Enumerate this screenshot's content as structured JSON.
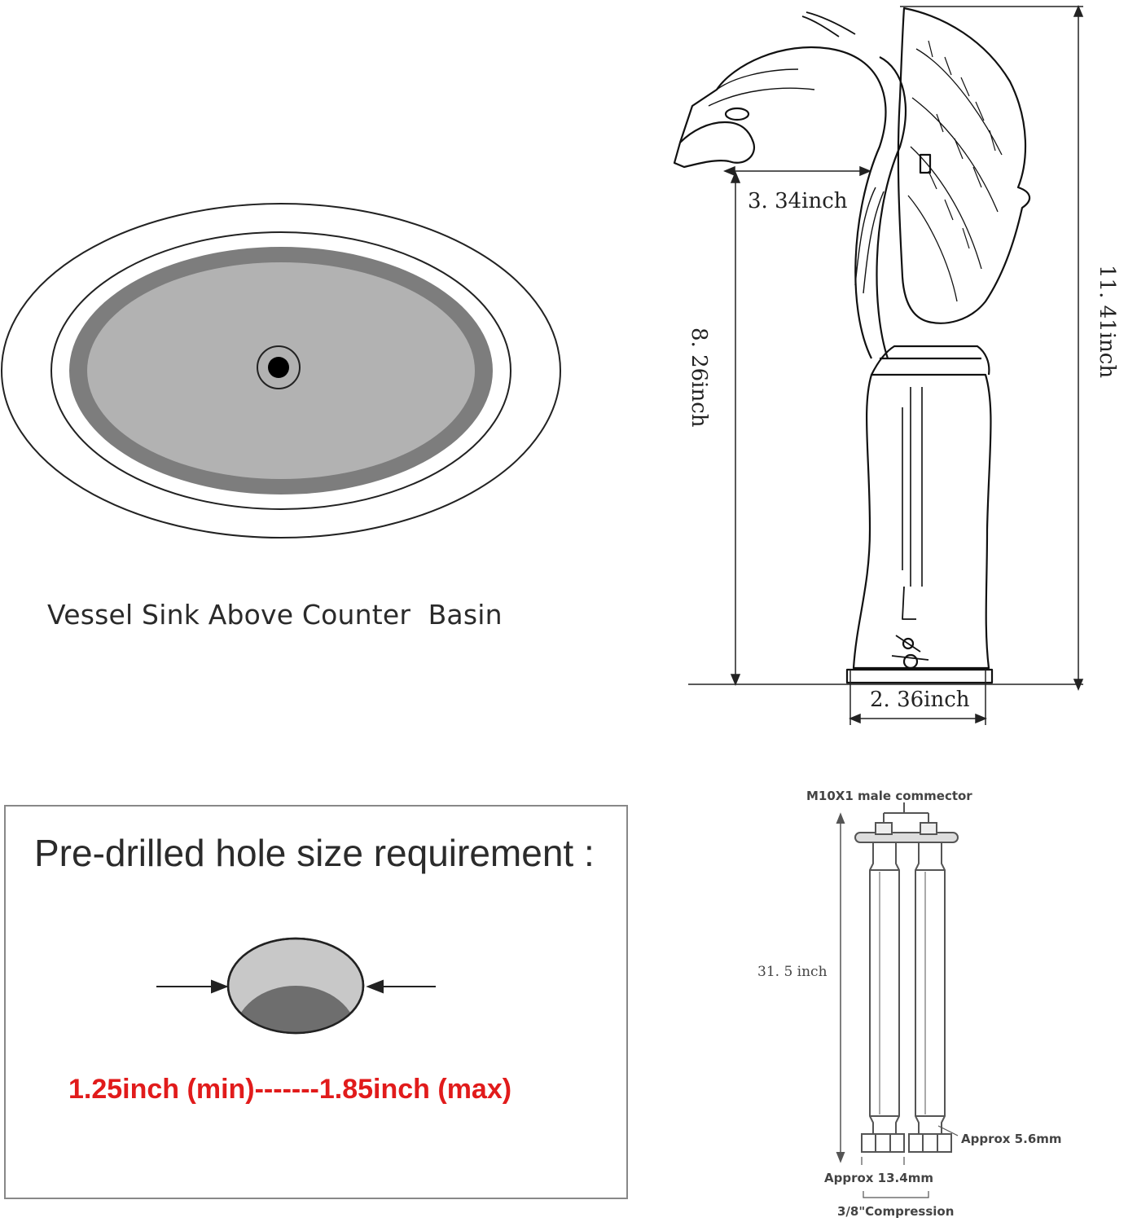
{
  "sink": {
    "caption": "Vessel Sink Above Counter  Basin"
  },
  "faucet": {
    "spout_reach": "3. 34inch",
    "spout_height": "8. 26inch",
    "total_height": "11. 41inch",
    "base_diameter": "2. 36inch"
  },
  "hole_requirement": {
    "title": "Pre-drilled hole size requirement :",
    "range": "1.25inch (min)-------1.85inch (max)",
    "range_color": "#e11b1b"
  },
  "hoses": {
    "connector": "M10X1 male commector",
    "length": "31. 5 inch",
    "inner_diameter": "Approx 5.6mm",
    "nut_size": "Approx 13.4mm",
    "compression": "3/8\"Compression"
  }
}
